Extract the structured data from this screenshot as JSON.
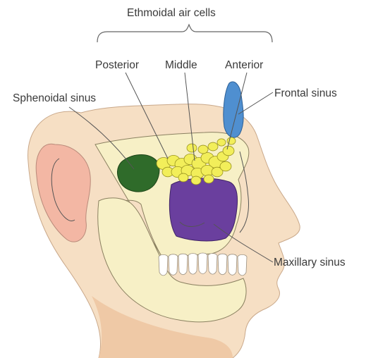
{
  "title": "Ethmoidal air cells",
  "labels": {
    "posterior": "Posterior",
    "middle": "Middle",
    "anterior": "Anterior",
    "sphenoidal": "Sphenoidal sinus",
    "frontal": "Frontal sinus",
    "maxillary": "Maxillary sinus"
  },
  "colors": {
    "skin": "#f6dfc4",
    "skin_shadow": "#efc9a6",
    "ear": "#f3b7a4",
    "bone": "#f7f0c6",
    "teeth": "#ffffff",
    "frontal_sinus": "#4f8fd0",
    "ethmoid_cells": "#f2ee5a",
    "sphenoidal_sinus": "#2f6b2a",
    "maxillary_sinus": "#6a3f9e"
  }
}
